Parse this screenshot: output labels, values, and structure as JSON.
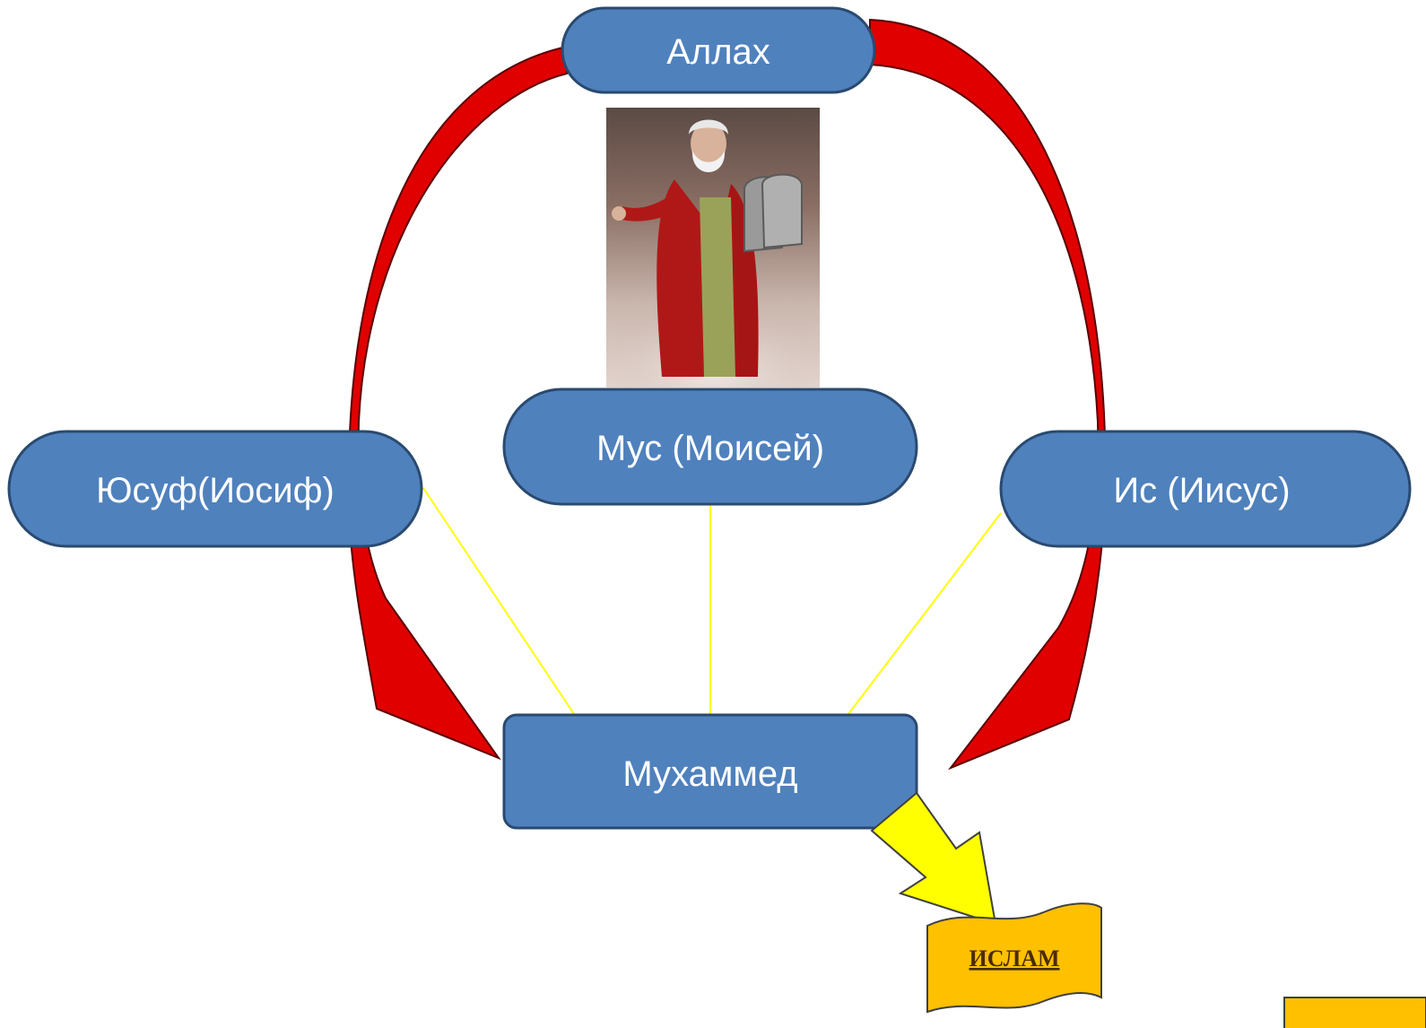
{
  "diagram": {
    "top_node": {
      "label": "Аллах"
    },
    "left_node": {
      "label": "Юсуф(Иосиф)"
    },
    "center_node": {
      "label": "Мус (Моисей)"
    },
    "right_node": {
      "label": "Ис (Иисус)"
    },
    "bottom_node": {
      "label": "Мухаммед"
    },
    "result": {
      "label": "ИСЛАМ"
    },
    "illustration": {
      "subject": "prophet-with-tablets"
    }
  },
  "colors": {
    "node_fill": "#4f81bd",
    "node_stroke": "#2a4a6f",
    "big_arrow_fill": "#e00000",
    "big_arrow_stroke": "#5a0000",
    "thin_connector": "#ffff00",
    "result_arrow_fill": "#ffff00",
    "result_arrow_stroke": "#404040",
    "scroll_fill": "#ffc000",
    "scroll_stroke": "#404040",
    "corner_button_fill": "#ffc000"
  }
}
